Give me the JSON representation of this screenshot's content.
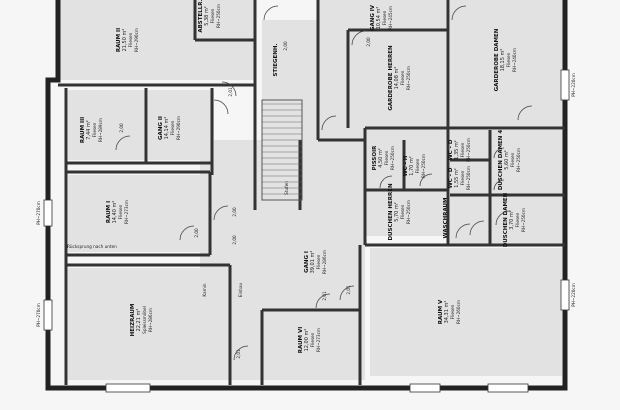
{
  "rooms": [
    {
      "id": "raum2",
      "name": "RAUM II",
      "area": "21,50 m²",
      "floor": "Fliesen",
      "height": "RH~290cm"
    },
    {
      "id": "raum3",
      "name": "RAUM III",
      "area": "7,44 m²",
      "floor": "Fliesen",
      "height": "RH~289cm"
    },
    {
      "id": "gang2",
      "name": "GANG II",
      "area": "14,14 m²",
      "floor": "Fliesen",
      "height": "RH~290cm"
    },
    {
      "id": "raum1",
      "name": "RAUM I",
      "area": "14,40 m²",
      "floor": "Fliesen",
      "height": "RH~273cm"
    },
    {
      "id": "heizraum",
      "name": "HEIZRAUM",
      "area": "22,21 m²",
      "floor": "Spleissmöbel",
      "height": "RH~286cm"
    },
    {
      "id": "gang1",
      "name": "GANG I",
      "area": "39,01 m²",
      "floor": "Fliesen",
      "height": "RH~286cm"
    },
    {
      "id": "raum6",
      "name": "RAUM VI",
      "area": "12,00 m²",
      "floor": "Fliesen",
      "height": "RH~273cm"
    },
    {
      "id": "gang4",
      "name": "GANG IV",
      "area": "10,54 m²",
      "floor": "Fliesen",
      "height": "RH~245cm"
    },
    {
      "id": "gard_herren",
      "name": "GARDEROBE HERREN",
      "area": "14,08 m²",
      "floor": "Fliesen",
      "height": "RH~250cm"
    },
    {
      "id": "gard_damen",
      "name": "GARDEROBE DAMEN",
      "area": "18,15 m²",
      "floor": "Fliesen",
      "height": "RH~240cm"
    },
    {
      "id": "pissoir",
      "name": "PISSOIR",
      "area": "4,50 m²",
      "floor": "Fliesen",
      "height": "RH~250cm"
    },
    {
      "id": "dusche_herren",
      "name": "DUSCHEN HERREN",
      "area": "5,70 m²",
      "floor": "Fliesen",
      "height": "RH~250cm"
    },
    {
      "id": "wc_d1",
      "name": "WC - D",
      "area": "1,35 m²",
      "floor": "Fliesen",
      "height": "RH~250cm"
    },
    {
      "id": "wc_d2",
      "name": "WC - D",
      "area": "1,55 m²",
      "floor": "Fliesen",
      "height": "RH~250cm"
    },
    {
      "id": "wc_h",
      "name": "WC - H",
      "area": "1,70 m²",
      "floor": "Fliesen",
      "height": "RH~250cm"
    },
    {
      "id": "duschen_damen4",
      "name": "DUSCHEN DAMEN 4",
      "area": "5,60 m²",
      "floor": "Fliesen",
      "height": "RH~250cm"
    },
    {
      "id": "duschen_damen",
      "name": "DUSCHEN DAMEN",
      "area": "3,70 m²",
      "floor": "Fliesen",
      "height": "RH~250cm"
    },
    {
      "id": "waschraum",
      "name": "WASCHRAUM",
      "area": "",
      "floor": "",
      "height": ""
    },
    {
      "id": "raum5",
      "name": "RAUM V",
      "area": "34,31 m²",
      "floor": "Fliesen",
      "height": "RH~260cm"
    },
    {
      "id": "abstell",
      "name": "ABSTELLR.",
      "area": "5,38 m²",
      "floor": "Fliesen",
      "height": "RH~250cm"
    },
    {
      "id": "stiege",
      "name": "STIEGENH.",
      "area": "",
      "floor": "",
      "height": ""
    }
  ],
  "door_tags": {
    "d_r2": "2,01",
    "d_g2": "2,00",
    "d_r3": "2,00",
    "d_r1a": "2,00",
    "d_r1b": "2,00",
    "d_heiz": "2,01",
    "d_r6": "2,01",
    "d_r5": "2,01",
    "d_gh": "2,00",
    "d_ab": "2,00"
  },
  "window_tags": {
    "w_left": "PH~270cm",
    "w_left2": "PH~270cm",
    "w_right": "PH~220cm",
    "w_right2": "PH~220cm",
    "w_top_right": "PH~220cm"
  },
  "notes": {
    "kamin": "Kamin",
    "einbau": "Einbau",
    "stufen": "Stufen",
    "ruecksprung": "Rücksprung nach unten"
  }
}
